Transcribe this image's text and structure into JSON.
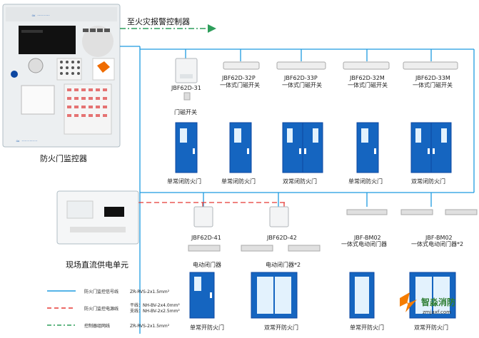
{
  "title_to_fire": "至火灾报警控制器",
  "controller": {
    "label": "防火门监控器"
  },
  "power": {
    "label": "现场直流供电单元"
  },
  "top_devices": [
    {
      "model": "JBF62D-31",
      "type": "门磁开关",
      "door": "单常闭防火门"
    },
    {
      "model": "JBF62D-32P",
      "type": "一体式门磁开关",
      "door": "单常闭防火门"
    },
    {
      "model": "JBF62D-33P",
      "type": "一体式门磁开关",
      "door": "双常闭防火门"
    },
    {
      "model": "JBF62D-32M",
      "type": "一体式门磁开关",
      "door": "单常闭防火门"
    },
    {
      "model": "JBF62D-33M",
      "type": "一体式门磁开关",
      "door": "双常闭防火门"
    }
  ],
  "bottom_devices": [
    {
      "model": "JBF62D-41",
      "type": "电动闭门器",
      "door": "单常开防火门"
    },
    {
      "model": "JBF62D-42",
      "type": "电动闭门器*2",
      "door": "双常开防火门"
    },
    {
      "model": "JBF-BM02",
      "type": "一体式电动闭门器",
      "door": "单常开防火门"
    },
    {
      "model": "JBF-BM02",
      "type": "一体式电动闭门器*2",
      "door": "双常开防火门"
    }
  ],
  "legend": [
    {
      "name": "防火门监控信号线",
      "spec": "ZR-RVS-2x1.5mm²",
      "color": "#1e9be0"
    },
    {
      "name": "防火门监控电源线",
      "spec": "干线：NH-BV-2x4.0mm²",
      "spec2": "支线：NH-BV-2x2.5mm²",
      "color": "#e53935"
    },
    {
      "name": "控制器组网线",
      "spec": "ZR-RVS-2x1.5mm²",
      "color": "#2e9e5b"
    }
  ],
  "logo": {
    "name": "智淼消防",
    "url": "zmjaxf.com"
  },
  "colors": {
    "signal": "#1e9be0",
    "power": "#e53935",
    "network": "#2e9e5b",
    "door": "#1565c0"
  }
}
